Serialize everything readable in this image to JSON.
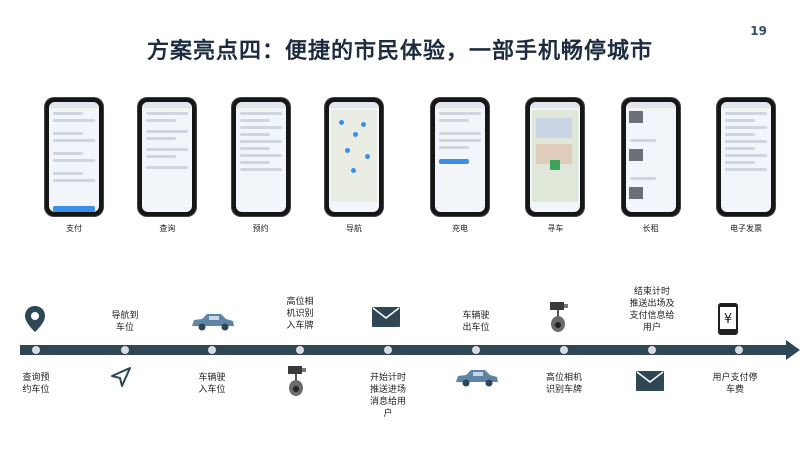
{
  "title": "方案亮点四：便捷的市民体验，一部手机畅停城市",
  "page_number": "19",
  "phones_left": [
    {
      "label": "支付",
      "kind": "pay"
    },
    {
      "label": "查询",
      "kind": "list"
    },
    {
      "label": "预约",
      "kind": "list"
    },
    {
      "label": "导航",
      "kind": "map"
    }
  ],
  "phones_right": [
    {
      "label": "充电",
      "kind": "form"
    },
    {
      "label": "寻车",
      "kind": "map2"
    },
    {
      "label": "长租",
      "kind": "thumbs"
    },
    {
      "label": "电子发票",
      "kind": "list2"
    }
  ],
  "timeline": {
    "nodes": 9,
    "above": [
      {
        "text": "",
        "icon": "map-pin-icon"
      },
      {
        "text": "导航到\n车位",
        "icon": ""
      },
      {
        "text": "",
        "icon": "car-icon"
      },
      {
        "text": "高位相\n机识别\n入车牌",
        "icon": ""
      },
      {
        "text": "",
        "icon": "envelope-icon"
      },
      {
        "text": "车辆驶\n出车位",
        "icon": ""
      },
      {
        "text": "",
        "icon": "camera-icon"
      },
      {
        "text": "结束计时\n推送出场及\n支付信息给\n用户",
        "icon": ""
      },
      {
        "text": "",
        "icon": "phone-yen-icon"
      }
    ],
    "below": [
      {
        "text": "查询预\n约车位",
        "icon": ""
      },
      {
        "text": "",
        "icon": "navigation-arrow-icon"
      },
      {
        "text": "车辆驶\n入车位",
        "icon": ""
      },
      {
        "text": "",
        "icon": "camera-icon"
      },
      {
        "text": "开始计时\n推送进场\n消息给用\n户",
        "icon": ""
      },
      {
        "text": "",
        "icon": "car-icon"
      },
      {
        "text": "高位相机\n识别车牌",
        "icon": ""
      },
      {
        "text": "",
        "icon": "envelope-icon"
      },
      {
        "text": "用户支付停\n车费",
        "icon": ""
      }
    ]
  },
  "colors": {
    "timeline": "#2f4655",
    "accent": "#3d8ee6",
    "title": "#1d2c3f"
  }
}
